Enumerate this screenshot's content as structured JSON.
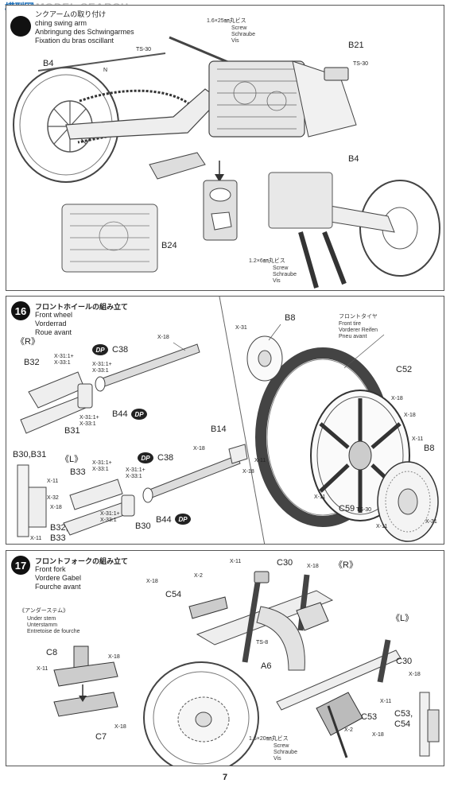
{
  "watermark": {
    "cn": "模型网",
    "en": "MODEL SEARCH"
  },
  "step15": {
    "title_partial": "ンクアームの取り付け",
    "title_en_partial": "ching swing arm",
    "title_de": "Anbringung des Schwingarmes",
    "title_fr": "Fixation du bras oscillant",
    "labels": {
      "ts30_left": "TS-30",
      "b4_left": "B4",
      "screw_top_size": "1.6×25㎜丸ビス",
      "screw_top_en": "Screw",
      "screw_top_de": "Schraube",
      "screw_top_fr": "Vis",
      "b21": "B21",
      "ts30_right": "TS-30",
      "b4_right": "B4",
      "b24": "B24",
      "screw_bottom_size": "1.2×6㎜丸ビス",
      "screw_bottom_en": "Screw",
      "screw_bottom_de": "Schraube",
      "screw_bottom_fr": "Vis",
      "arrow_n": "N"
    }
  },
  "step16": {
    "number": "16",
    "title_jp": "フロントホイールの組み立て",
    "title_en": "Front wheel",
    "title_de": "Vorderrad",
    "title_fr": "Roue avant",
    "labels": {
      "r_marker": "《R》",
      "l_marker": "《L》",
      "b32": "B32",
      "b31": "B31",
      "c38_top": "C38",
      "c38_bottom": "C38",
      "b44_top": "B44",
      "b44_bottom": "B44",
      "b33": "B33",
      "b30": "B30",
      "b30_b31": "B30,B31",
      "b32_b33_a": "B32,",
      "b32_b33_b": "B33",
      "b14": "B14",
      "b8_top": "B8",
      "b8_right": "B8",
      "c52": "C52",
      "c59": "C59",
      "dp": "DP",
      "x18": "X-18",
      "x11": "X-11",
      "x31": "X-31",
      "x32": "X-32",
      "ts30": "TS-30",
      "mix1": "X-31:1+",
      "mix2": "X-33:1",
      "tire_jp": "フロントタイヤ",
      "tire_en": "Front tire",
      "tire_de": "Vorderer Reifen",
      "tire_fr": "Pneu avant"
    }
  },
  "step17": {
    "number": "17",
    "title_jp": "フロントフォークの組み立て",
    "title_en": "Front fork",
    "title_de": "Vordere Gabel",
    "title_fr": "Fourche avant",
    "labels": {
      "under_stem_jp": "《アンダーステム》",
      "under_stem_en": "Under stem",
      "under_stem_de": "Unterstamm",
      "under_stem_fr": "Entretoise de fourche",
      "c8": "C8",
      "c7": "C7",
      "c54": "C54",
      "c30_top": "C30",
      "c30_right": "C30",
      "a6": "A6",
      "c53": "C53",
      "c53_c54_a": "C53,",
      "c53_c54_b": "C54",
      "r_marker": "《R》",
      "l_marker": "《L》",
      "x2": "X-2",
      "x11": "X-11",
      "x18": "X-18",
      "ts8": "TS-8",
      "screw_size": "1.6×20㎜丸ビス",
      "screw_en": "Screw",
      "screw_de": "Schraube",
      "screw_fr": "Vis"
    }
  },
  "page_number": "7"
}
